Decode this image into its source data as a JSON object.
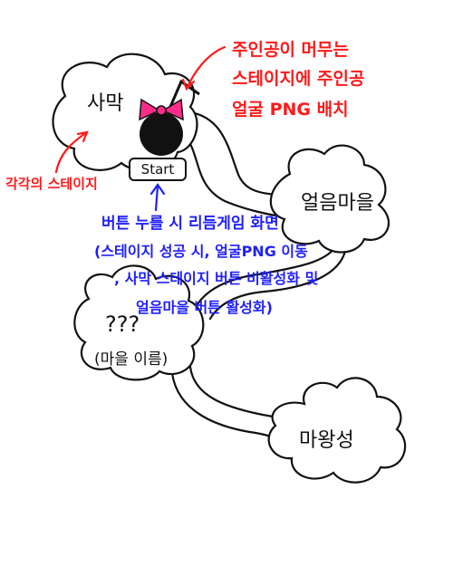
{
  "stages": {
    "desert": "사막",
    "ice_village": "얼음마을",
    "unknown": "???",
    "unknown_sub": "(마을 이름)",
    "demon_castle": "마왕성"
  },
  "start_button": "Start",
  "annotations": {
    "each_stage": "각각의 스테이지",
    "protagonist_line1": "주인공이 머무는",
    "protagonist_line2": "스테이지에 주인공",
    "protagonist_line3": "얼굴 PNG 배치",
    "click_line1": "버튼 누를 시 리듬게임 화면",
    "click_line2": "(스테이지 성공 시, 얼굴PNG 이동",
    "click_line3": ", 사막 스테이지 버튼 비활성화 및",
    "click_line4": "얼음마을 버튼 활성화)"
  },
  "colors": {
    "ink": "#111111",
    "annotation_red": "#ff1a1a",
    "annotation_blue": "#1f1fff",
    "bow_pink": "#ff2d8a"
  }
}
